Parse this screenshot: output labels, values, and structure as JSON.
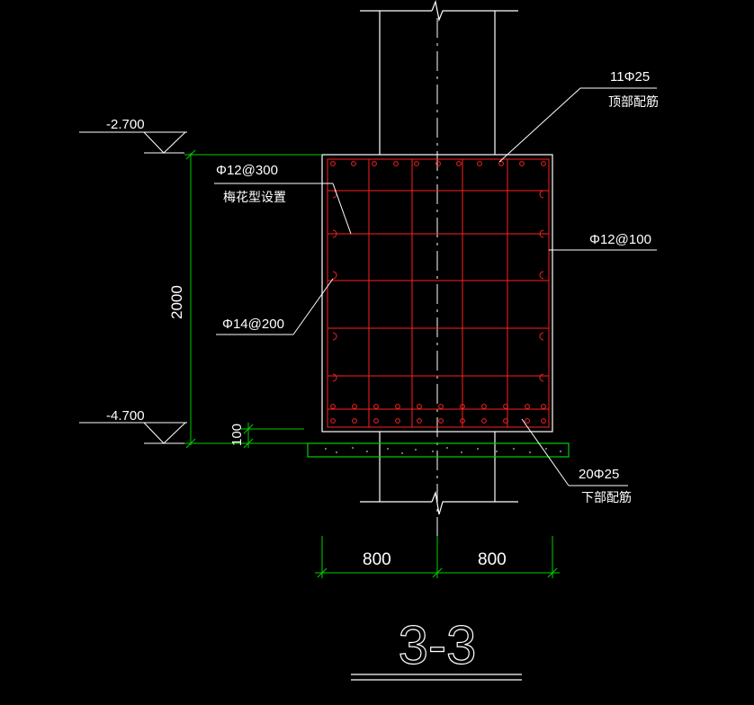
{
  "drawing": {
    "section_title": "3-3",
    "levels": {
      "top": "-2.700",
      "bottom": "-4.700"
    },
    "dimensions": {
      "height": "2000",
      "cushion": "100",
      "width_left": "800",
      "width_right": "800"
    },
    "rebar_labels": {
      "top_count": "11Φ25",
      "top_desc": "顶部配筋",
      "side": "Φ12@100",
      "tie": "Φ12@300",
      "tie_desc": "梅花型设置",
      "stirrup": "Φ14@200",
      "bottom_count": "20Φ25",
      "bottom_desc": "下部配筋"
    },
    "colors": {
      "background": "#000000",
      "outline": "#ffffff",
      "rebar": "#ff2020",
      "dimension": "#00d000",
      "text": "#ffffff"
    }
  }
}
